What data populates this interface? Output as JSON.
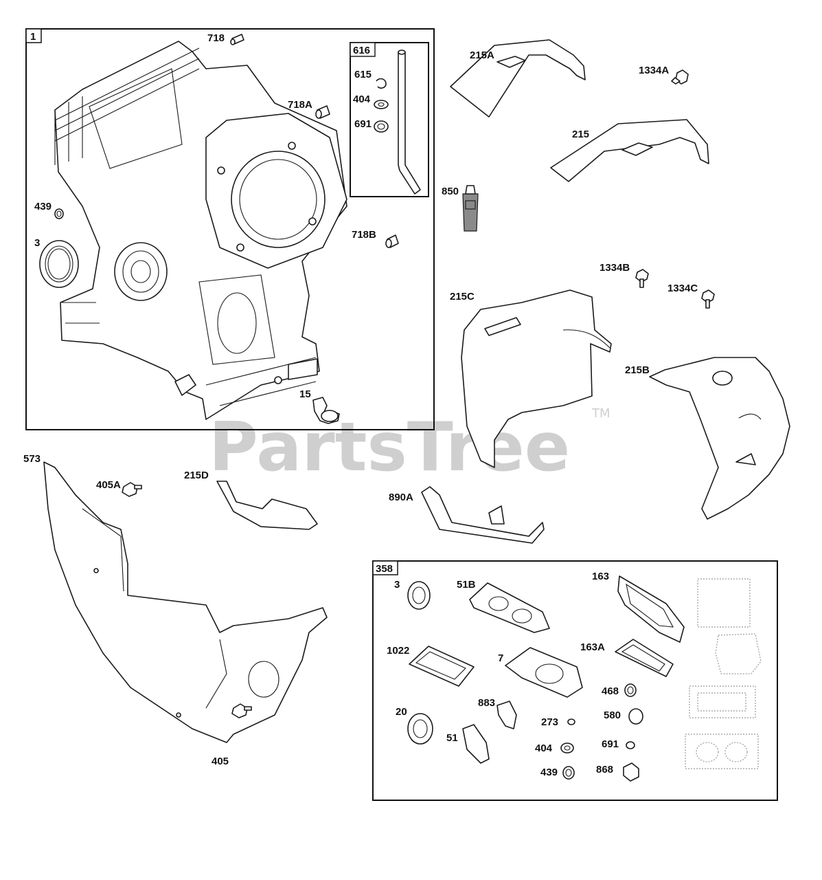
{
  "watermark": {
    "text": "PartsTree",
    "trademark": "TM"
  },
  "groups": {
    "g1": "1",
    "g616": "616",
    "g358": "358"
  },
  "callouts": {
    "c718": "718",
    "c718A": "718A",
    "c718B": "718B",
    "c439a": "439",
    "c3a": "3",
    "c15": "15",
    "c615": "615",
    "c404a": "404",
    "c691a": "691",
    "c215A": "215A",
    "c1334A": "1334A",
    "c215": "215",
    "c850": "850",
    "c1334B": "1334B",
    "c1334C": "1334C",
    "c215C": "215C",
    "c215B": "215B",
    "c573": "573",
    "c405A": "405A",
    "c215D": "215D",
    "c890A": "890A",
    "c405": "405",
    "c3b": "3",
    "c51B": "51B",
    "c163": "163",
    "c1022": "1022",
    "c7": "7",
    "c163A": "163A",
    "c468": "468",
    "c20": "20",
    "c883": "883",
    "c580": "580",
    "c273": "273",
    "c51": "51",
    "c404b": "404",
    "c691b": "691",
    "c439b": "439",
    "c868": "868"
  }
}
